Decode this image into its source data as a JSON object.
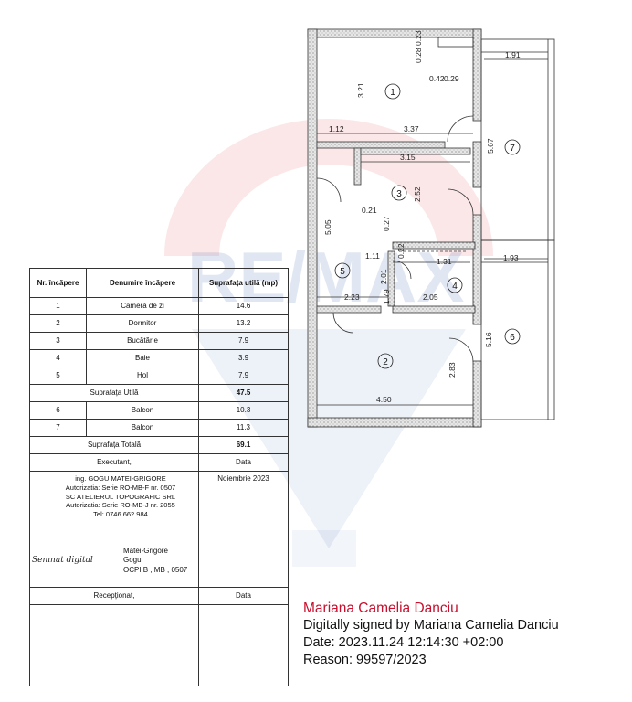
{
  "table": {
    "headers": {
      "nr": "Nr. încăpere",
      "name": "Denumire încăpere",
      "area": "Suprafața utilă (mp)"
    },
    "rooms_main": [
      {
        "nr": "1",
        "name": "Cameră de zi",
        "area": "14.6"
      },
      {
        "nr": "2",
        "name": "Dormitor",
        "area": "13.2"
      },
      {
        "nr": "3",
        "name": "Bucătărie",
        "area": "7.9"
      },
      {
        "nr": "4",
        "name": "Baie",
        "area": "3.9"
      },
      {
        "nr": "5",
        "name": "Hol",
        "area": "7.9"
      }
    ],
    "useful_total_label": "Suprafața Utilă",
    "useful_total_value": "47.5",
    "rooms_balcony": [
      {
        "nr": "6",
        "name": "Balcon",
        "area": "10.3"
      },
      {
        "nr": "7",
        "name": "Balcon",
        "area": "11.3"
      }
    ],
    "grand_total_label": "Suprafața Totală",
    "grand_total_value": "69.1",
    "executant_label": "Executant,",
    "data_label": "Data",
    "executant_lines": [
      "ing. GOGU MATEI-GRIGORE",
      "Autorizatia: Serie RO-MB-F nr. 0507",
      "SC ATELIERUL TOPOGRAFIC SRL",
      "Autorizatia: Serie RO-MB-J nr. 2055",
      "Tel: 0746.662.984"
    ],
    "handwritten_signature": "Semnat digital",
    "signer_lines": [
      "Matei-Grigore",
      "Gogu",
      "OCPI:B , MB , 0507"
    ],
    "date_value": "Noiembrie 2023",
    "receptionat_label": "Recepționat,",
    "data_label_2": "Data"
  },
  "digital_signature": {
    "name": "Mariana Camelia Danciu",
    "signed_by": "Digitally signed by Mariana Camelia Danciu",
    "date": "Date: 2023.11.24 12:14:30 +02:00",
    "reason": "Reason: 99597/2023"
  },
  "watermark_text": "RE/MAX",
  "plan": {
    "room_numbers": [
      "1",
      "2",
      "3",
      "4",
      "5",
      "6",
      "7"
    ],
    "dimensions": [
      "0.28",
      "0.23",
      "0.42",
      "0.29",
      "1.91",
      "3.21",
      "1.12",
      "3.37",
      "5.67",
      "3.15",
      "2.52",
      "0.21",
      "0.27",
      "5.05",
      "1.11",
      "1.31",
      "1.93",
      "2.01",
      "2.23",
      "1.79",
      "2.05",
      "5.16",
      "2.83",
      "4.50",
      "0.22"
    ]
  }
}
